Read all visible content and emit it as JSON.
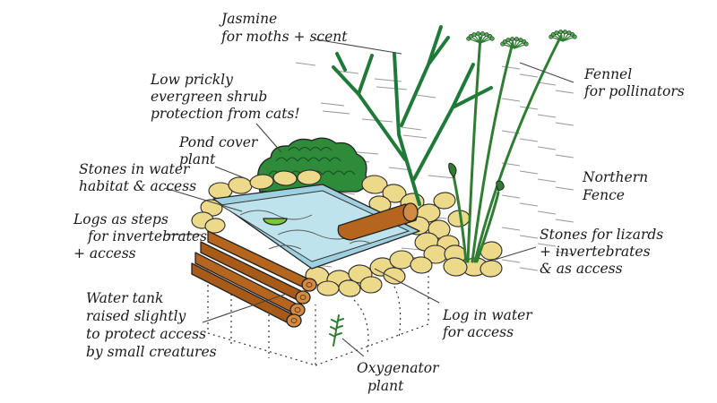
{
  "labels": {
    "jasmine": [
      "Jasmine",
      "for moths + scent"
    ],
    "shrub": [
      "Low prickly",
      "evergreen shrub",
      "protection from cats!"
    ],
    "pond_cover": [
      "Pond cover",
      "plant"
    ],
    "stones_water": [
      "Stones in water",
      "habitat & access"
    ],
    "logs_steps": [
      "Logs as steps",
      "for invertebrates",
      "+ access"
    ],
    "water_tank": [
      "Water tank",
      "raised slightly",
      "to protect access",
      "by small creatures"
    ],
    "fennel": [
      "Fennel",
      "for pollinators"
    ],
    "northern_fence": [
      "Northern",
      "Fence"
    ],
    "stones_lizards": [
      "Stones for lizards",
      "+ invertebrates",
      "& as access"
    ],
    "log_water": [
      "Log in water",
      "for access"
    ],
    "oxygenator": [
      "Oxygenator",
      "plant"
    ]
  },
  "colors": {
    "stone": "#ecd98a",
    "water": "#bfe3ec",
    "log": "#b5651d",
    "shrub": "#2e8b3a",
    "stem": "#1f7a3a",
    "lily_pad": "#7cc63a"
  }
}
